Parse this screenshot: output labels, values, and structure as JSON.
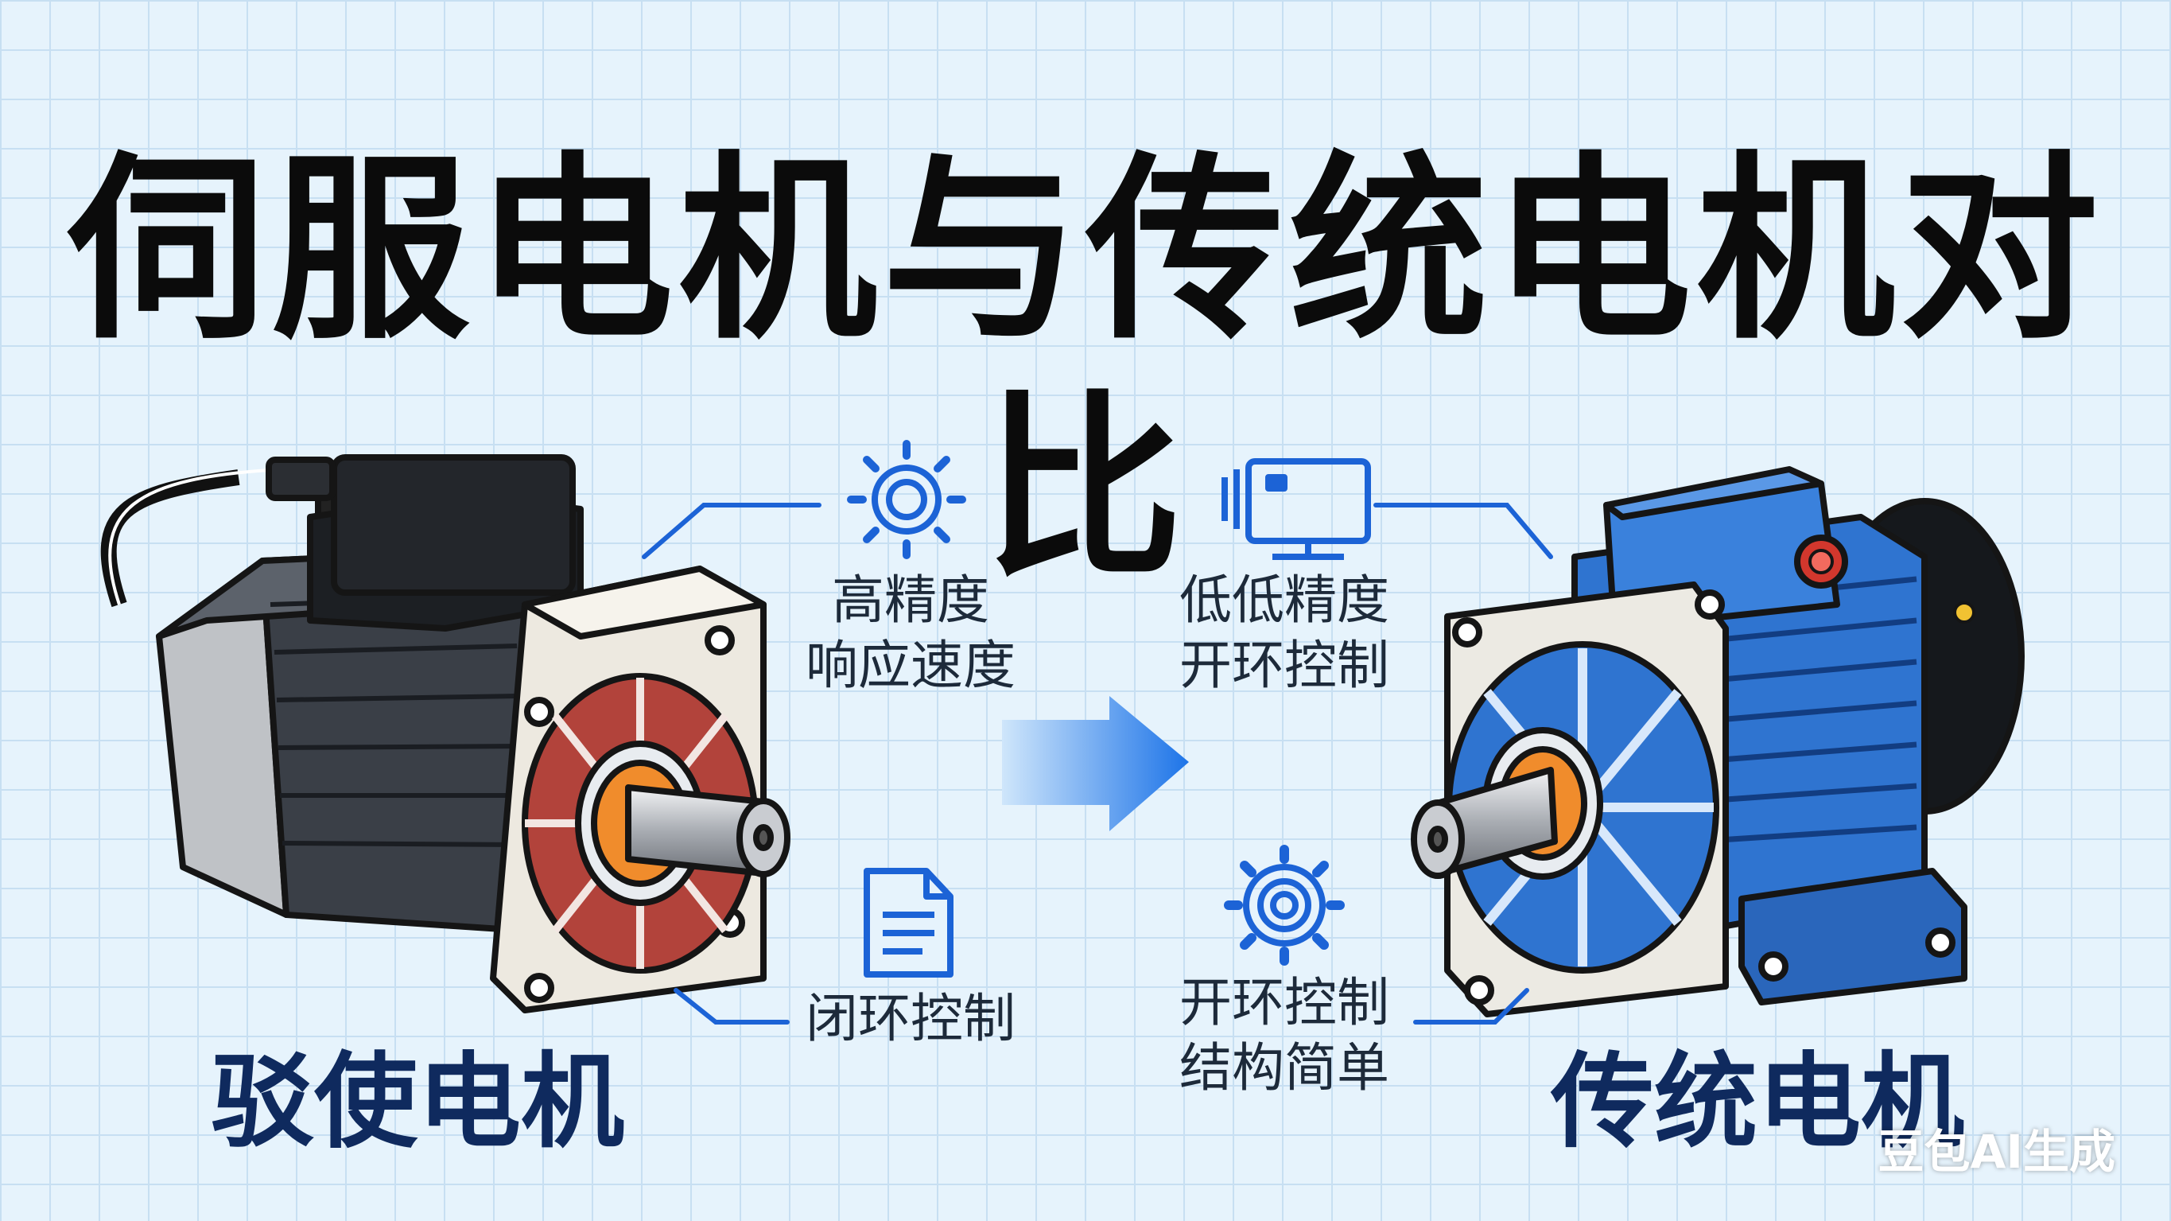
{
  "title": "伺服电机与传统电机对比",
  "left_motor": {
    "label": "驳使电机",
    "features": [
      {
        "lines": [
          "高精度",
          "响应速度"
        ],
        "icon": "gear-icon"
      },
      {
        "lines": [
          "闭环控制"
        ],
        "icon": "document-icon"
      }
    ]
  },
  "right_motor": {
    "label": "传统电机",
    "features": [
      {
        "lines": [
          "低低精度",
          "开环控制"
        ],
        "icon": "monitor-icon"
      },
      {
        "lines": [
          "开环控制",
          "结构简单"
        ],
        "icon": "gear-icon"
      }
    ]
  },
  "watermark": "豆包AI生成",
  "colors": {
    "accent_blue": "#1c63d6",
    "servo_body": "#2a2f38",
    "servo_rotor": "#b2433b",
    "traditional_body": "#2f74d0",
    "shaft_ring": "#f08c2c",
    "title": "#0b0b0b",
    "label": "#0f2a5e"
  }
}
